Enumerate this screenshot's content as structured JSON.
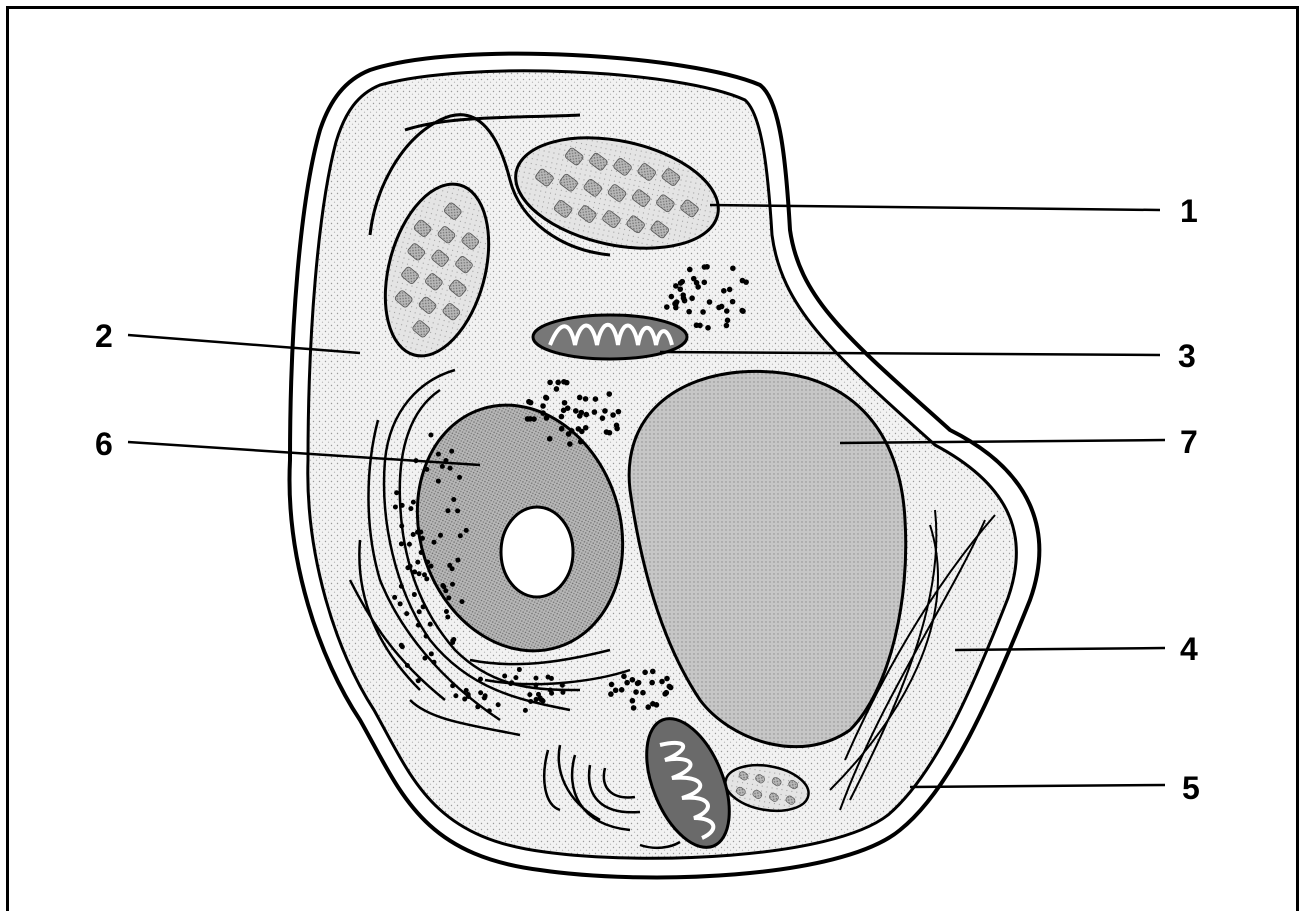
{
  "labels": [
    {
      "id": "1",
      "text": "1"
    },
    {
      "id": "2",
      "text": "2"
    },
    {
      "id": "3",
      "text": "3"
    },
    {
      "id": "4",
      "text": "4"
    },
    {
      "id": "5",
      "text": "5"
    },
    {
      "id": "6",
      "text": "6"
    },
    {
      "id": "7",
      "text": "7"
    }
  ],
  "colors": {
    "ink": "#000000",
    "cytoplasm": "#ececec",
    "nucleus": "#a6a6a6",
    "vacuole": "#bcbcbc",
    "chloroplast": "#d9d9d9",
    "background": "#ffffff"
  }
}
